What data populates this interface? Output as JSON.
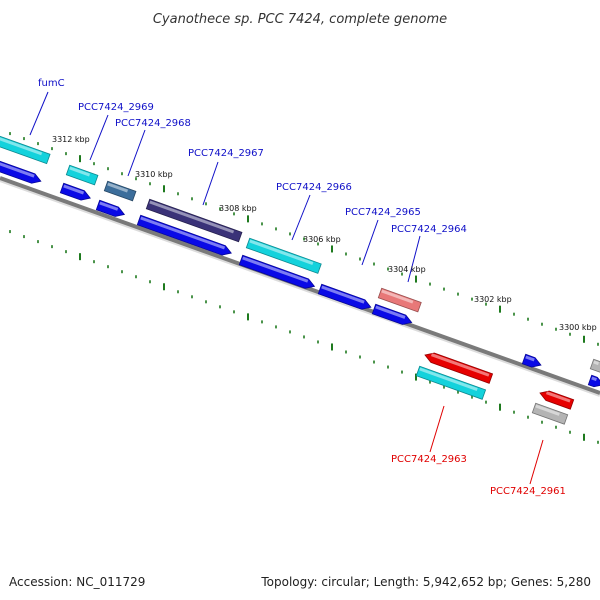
{
  "title": "Cyanothece sp. PCC 7424, complete genome",
  "footer": {
    "accession": "Accession: NC_011729",
    "summary": "Topology: circular; Length: 5,942,652 bp; Genes: 5,280"
  },
  "colors": {
    "backbone": "#7a7a7a",
    "tick": "#1e7a1e",
    "label_forward": "#1010c8",
    "label_reverse": "#e00000",
    "cds": "#0a0ae6",
    "cyan": "#14d2dc",
    "steel": "#3c6e9b",
    "navy": "#3a3278",
    "pink": "#e87878",
    "red": "#e60000",
    "grey": "#b4b4b4"
  },
  "kbp_labels": [
    "3312 kbp",
    "3310 kbp",
    "3308 kbp",
    "3306 kbp",
    "3304 kbp",
    "3302 kbp",
    "3300 kbp"
  ],
  "gene_labels": [
    {
      "name": "fumC",
      "strand": "forward"
    },
    {
      "name": "PCC7424_2969",
      "strand": "forward"
    },
    {
      "name": "PCC7424_2968",
      "strand": "forward"
    },
    {
      "name": "PCC7424_2967",
      "strand": "forward"
    },
    {
      "name": "PCC7424_2966",
      "strand": "forward"
    },
    {
      "name": "PCC7424_2965",
      "strand": "forward"
    },
    {
      "name": "PCC7424_2964",
      "strand": "forward"
    },
    {
      "name": "PCC7424_2963",
      "strand": "reverse"
    },
    {
      "name": "PCC7424_2961",
      "strand": "reverse"
    }
  ]
}
